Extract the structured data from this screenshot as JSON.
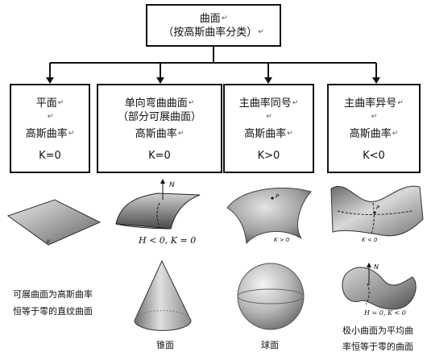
{
  "root": {
    "title": "曲面",
    "subtitle": "（按高斯曲率分类）"
  },
  "categories": [
    {
      "name": "平面",
      "mid": "",
      "curvature_label": "高斯曲率",
      "curvature_value": "K=0"
    },
    {
      "name": "单向弯曲曲面",
      "mid": "（部分可展曲面）",
      "curvature_label": "高斯曲率",
      "curvature_value": "K=0"
    },
    {
      "name": "主曲率同号",
      "mid": "",
      "curvature_label": "高斯曲率",
      "curvature_value": "K>0"
    },
    {
      "name": "主曲率异号",
      "mid": "",
      "curvature_label": "高斯曲率",
      "curvature_value": "K<0"
    }
  ],
  "return_mark": "↵",
  "figure_labels": {
    "plane_k": "K",
    "cylinder_n": "N",
    "cylinder_condition": "H < 0, K = 0",
    "dome_p": "P",
    "dome_condition": "K > 0",
    "saddle_p": "P",
    "saddle_condition": "K < 0",
    "minimal_n": "N",
    "minimal_condition": "H = 0, K < 0"
  },
  "notes": {
    "developable_line1": "可展曲面为高斯曲率",
    "developable_line2": "恒等于零的直纹曲面",
    "cone_caption": "锥面",
    "sphere_caption": "球面",
    "minimal_line1": "极小曲面为平均曲",
    "minimal_line2": "率恒等于零的曲面"
  }
}
